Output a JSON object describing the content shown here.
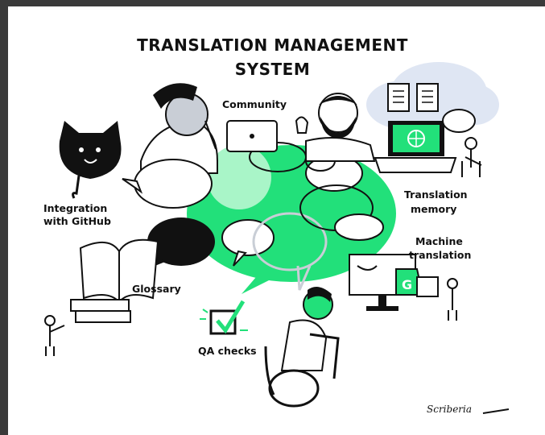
{
  "title": {
    "line1": "TRANSLATION MANAGEMENT",
    "line2": "SYSTEM"
  },
  "labels": {
    "community": "Community",
    "integration_line1": "Integration",
    "integration_line2": "with GitHub",
    "translation_memory_line1": "Translation",
    "translation_memory_line2": "memory",
    "machine_translation_line1": "Machine",
    "machine_translation_line2": "translation",
    "glossary": "Glossary",
    "qa_checks": "QA checks"
  },
  "signature": "Scriberia",
  "icons": {
    "hub": "speech-bubble-hub",
    "github": "github-cat-icon",
    "glossary": "open-book-icon",
    "memory": "laptop-globe-icon",
    "machine": "monitor-google-translate-icon",
    "qa": "checkbox-check-icon"
  },
  "colors": {
    "accent_green": "#22e07a",
    "light_green": "#a9f5c8",
    "ink": "#111111",
    "frame": "#3a3a3a",
    "cloud": "#dfe6f3",
    "grey_bubble": "#c9ced6"
  }
}
